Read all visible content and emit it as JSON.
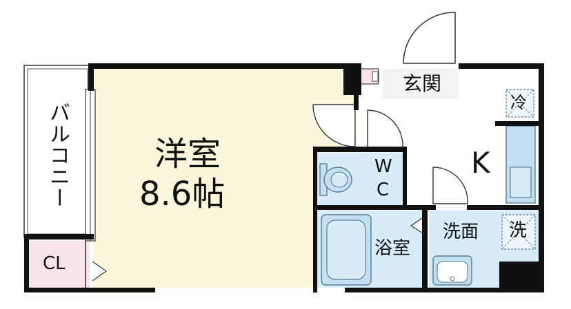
{
  "rooms": {
    "western": {
      "name": "洋室",
      "size": "8.6帖"
    },
    "balcony": "バルコニー",
    "closet": "CL",
    "entrance": "玄関",
    "kitchen": "K",
    "toilet_w": "W",
    "toilet_c": "C",
    "bathroom": "浴室",
    "washroom": "洗面",
    "fridge": "冷",
    "washer": "洗"
  },
  "colors": {
    "wall": "#111111",
    "western_floor": "#fbf6dc",
    "wet_area_floor": "#d8ecf8",
    "closet_floor": "#f7e3ea",
    "fixture": "#c3e0f2",
    "fixture_line": "#5c7c90"
  }
}
